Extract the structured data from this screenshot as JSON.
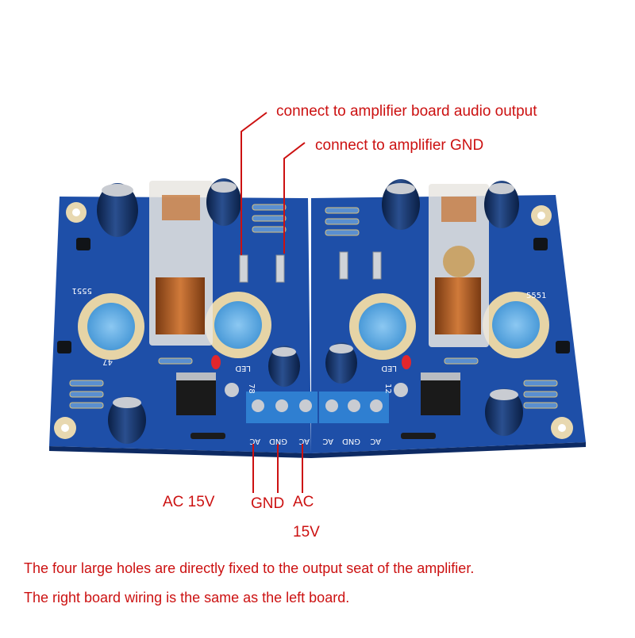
{
  "callouts": {
    "audio_output": "connect to amplifier board audio output",
    "amp_gnd": "connect to amplifier GND",
    "ac_left": "AC 15V",
    "gnd": "GND",
    "ac_right_top": "AC",
    "ac_right_bottom": "15V"
  },
  "notes": {
    "line1": "The four large holes are directly fixed to the output seat of the amplifier.",
    "line2": "The right board wiring is the same as the left board."
  },
  "silkscreen": {
    "led_left": "LED",
    "led_right": "LED",
    "left_terminal_labels": [
      "AC",
      "GND",
      "AC"
    ],
    "right_terminal_labels": [
      "AC",
      "GND",
      "AC"
    ],
    "ic_left": "5551",
    "ic_right": "5551",
    "ref_left": "78",
    "ref_right": "12",
    "cap_left": "47"
  },
  "colors": {
    "annotation": "#cc1111",
    "pcb": "#1e4fa8",
    "terminal": "#2f7fd1"
  }
}
